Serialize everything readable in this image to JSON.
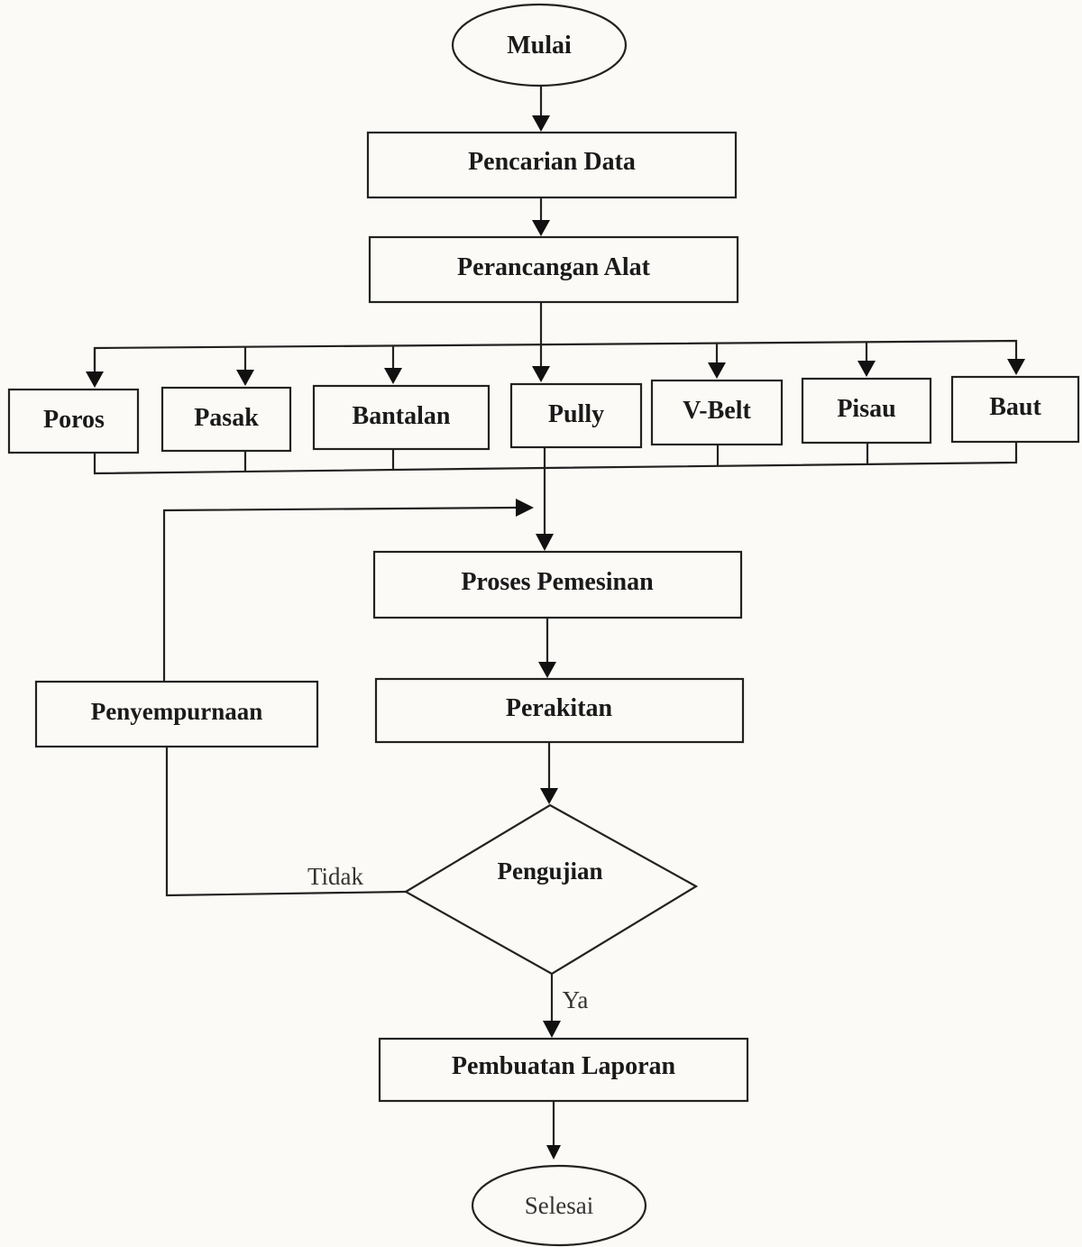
{
  "nodes": {
    "mulai": "Mulai",
    "pencarian_data": "Pencarian Data",
    "perancangan_alat": "Perancangan Alat",
    "components": [
      "Poros",
      "Pasak",
      "Bantalan",
      "Pully",
      "V-Belt",
      "Pisau",
      "Baut"
    ],
    "proses_pemesinan": "Proses Pemesinan",
    "perakitan": "Perakitan",
    "penyempurnaan": "Penyempurnaan",
    "pengujian": "Pengujian",
    "pembuatan_laporan": "Pembuatan Laporan",
    "selesai": "Selesai"
  },
  "edge_labels": {
    "tidak": "Tidak",
    "ya": "Ya"
  },
  "colors": {
    "line": "#222222",
    "background": "#fbfaf6"
  }
}
